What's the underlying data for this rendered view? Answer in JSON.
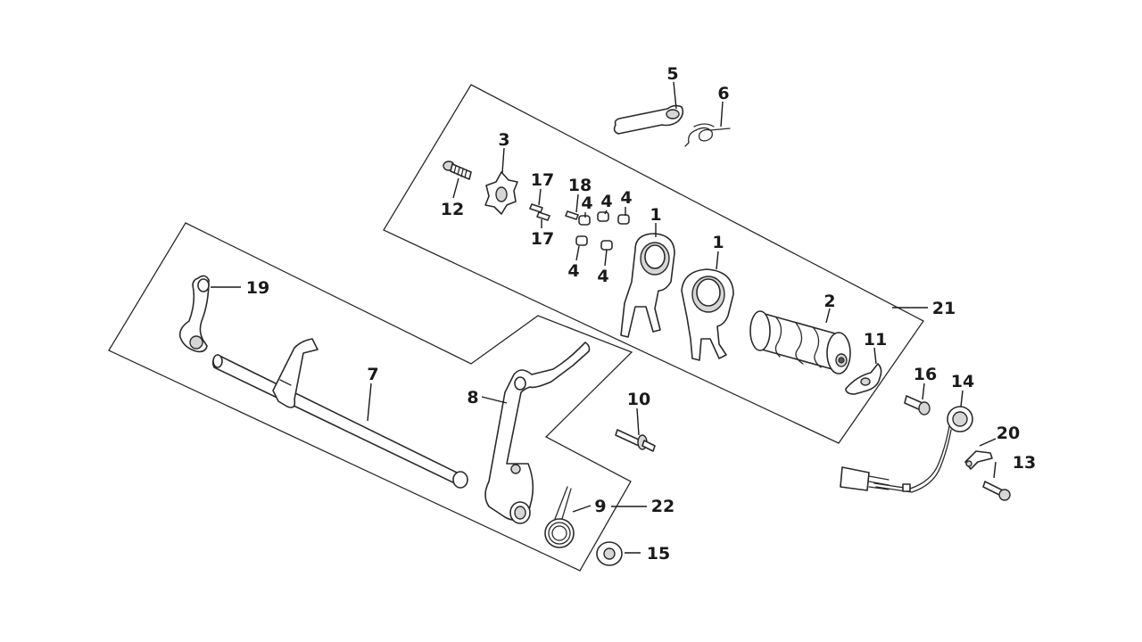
{
  "callouts": {
    "c1a": "1",
    "c1b": "1",
    "c2": "2",
    "c3": "3",
    "c4a": "4",
    "c4b": "4",
    "c4c": "4",
    "c4d": "4",
    "c4e": "4",
    "c5": "5",
    "c6": "6",
    "c7": "7",
    "c8": "8",
    "c9": "9",
    "c10": "10",
    "c11": "11",
    "c12": "12",
    "c13": "13",
    "c14": "14",
    "c15": "15",
    "c16": "16",
    "c17a": "17",
    "c17b": "17",
    "c18": "18",
    "c19": "19",
    "c20": "20",
    "c21": "21",
    "c22": "22"
  }
}
